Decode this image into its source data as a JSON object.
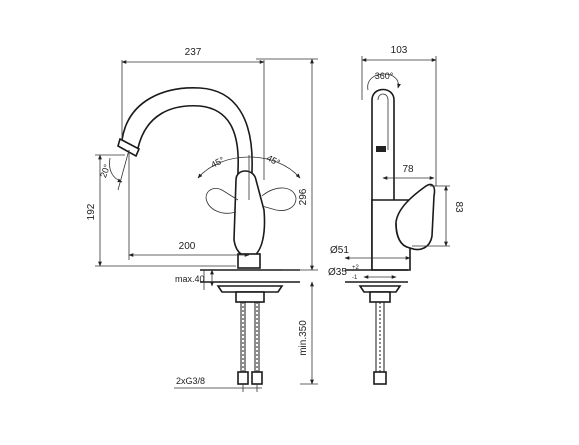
{
  "drawing": {
    "dimensions": {
      "overall_width": "237",
      "spout_reach": "200",
      "spout_height": "192",
      "total_height": "296",
      "spout_tilt": "20°",
      "lever_left": "45°",
      "lever_right": "45°",
      "worktop_max": "max.40",
      "hose_length": "min.350",
      "connection": "2xG3/8",
      "side_depth": "103",
      "swivel": "360°",
      "lever_depth": "78",
      "lever_height": "83",
      "base_diameter": "Ø51",
      "hole_diameter": "Ø35",
      "hole_tol_plus": "+2",
      "hole_tol_minus": "-1"
    }
  }
}
